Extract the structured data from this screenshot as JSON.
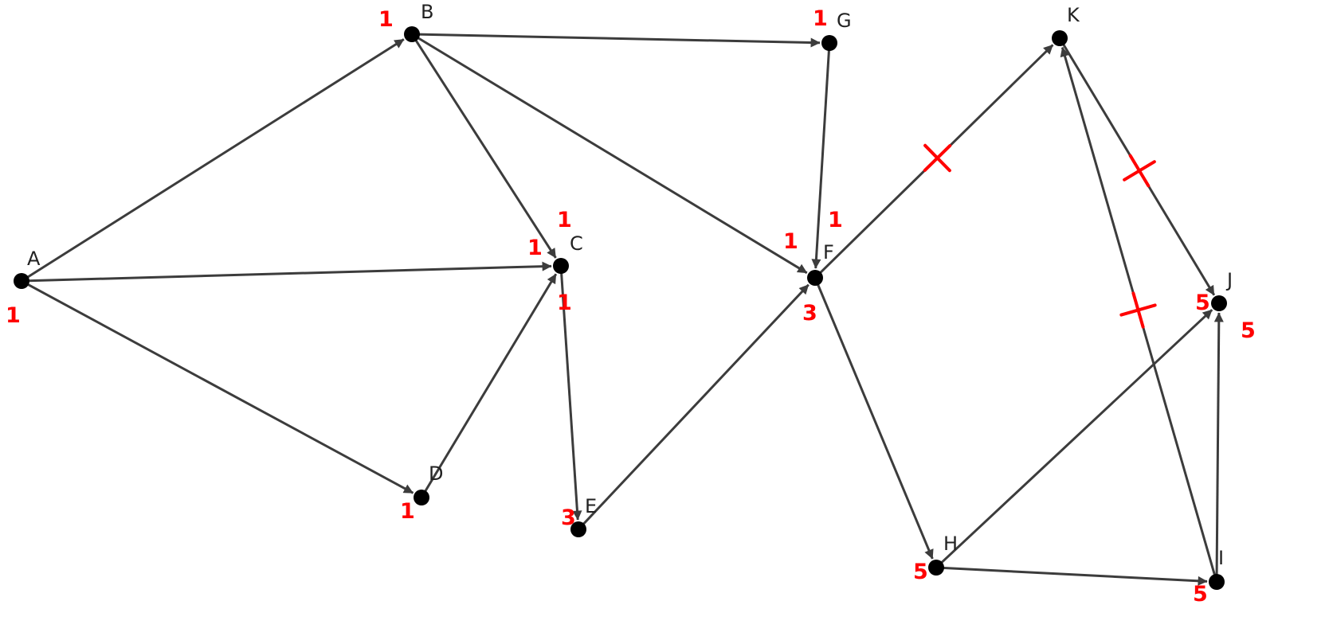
{
  "diagram": {
    "colors": {
      "edge": "#3c3c3c",
      "node": "#000000",
      "label": "#222222",
      "mark": "#ff0000"
    },
    "nodes": [
      {
        "id": "A",
        "label": "A"
      },
      {
        "id": "B",
        "label": "B"
      },
      {
        "id": "C",
        "label": "C"
      },
      {
        "id": "D",
        "label": "D"
      },
      {
        "id": "E",
        "label": "E"
      },
      {
        "id": "F",
        "label": "F"
      },
      {
        "id": "G",
        "label": "G"
      },
      {
        "id": "H",
        "label": "H"
      },
      {
        "id": "I",
        "label": "I"
      },
      {
        "id": "J",
        "label": "J"
      },
      {
        "id": "K",
        "label": "K"
      }
    ],
    "edges": [
      {
        "from": "A",
        "to": "B",
        "crossed": false
      },
      {
        "from": "A",
        "to": "C",
        "crossed": false
      },
      {
        "from": "A",
        "to": "D",
        "crossed": false
      },
      {
        "from": "B",
        "to": "C",
        "crossed": false
      },
      {
        "from": "B",
        "to": "G",
        "crossed": false
      },
      {
        "from": "B",
        "to": "F",
        "crossed": false
      },
      {
        "from": "D",
        "to": "C",
        "crossed": false
      },
      {
        "from": "C",
        "to": "E",
        "crossed": false
      },
      {
        "from": "E",
        "to": "F",
        "crossed": false
      },
      {
        "from": "G",
        "to": "F",
        "crossed": false
      },
      {
        "from": "F",
        "to": "K",
        "crossed": true
      },
      {
        "from": "F",
        "to": "H",
        "crossed": false
      },
      {
        "from": "K",
        "to": "J",
        "crossed": true
      },
      {
        "from": "I",
        "to": "K",
        "crossed": true
      },
      {
        "from": "H",
        "to": "J",
        "crossed": false
      },
      {
        "from": "H",
        "to": "I",
        "crossed": false
      },
      {
        "from": "I",
        "to": "J",
        "crossed": false
      }
    ],
    "weights": [
      {
        "id": "w-a",
        "text": "1"
      },
      {
        "id": "w-b",
        "text": "1"
      },
      {
        "id": "w-g",
        "text": "1"
      },
      {
        "id": "w-c-top",
        "text": "1"
      },
      {
        "id": "w-c-left",
        "text": "1"
      },
      {
        "id": "w-c-bottom",
        "text": "1"
      },
      {
        "id": "w-d",
        "text": "1"
      },
      {
        "id": "w-e",
        "text": "3"
      },
      {
        "id": "w-f-top",
        "text": "1"
      },
      {
        "id": "w-f-left",
        "text": "1"
      },
      {
        "id": "w-f-bottom",
        "text": "3"
      },
      {
        "id": "w-h",
        "text": "5"
      },
      {
        "id": "w-i",
        "text": "5"
      },
      {
        "id": "w-j-left",
        "text": "5"
      },
      {
        "id": "w-j-right",
        "text": "5"
      }
    ]
  }
}
